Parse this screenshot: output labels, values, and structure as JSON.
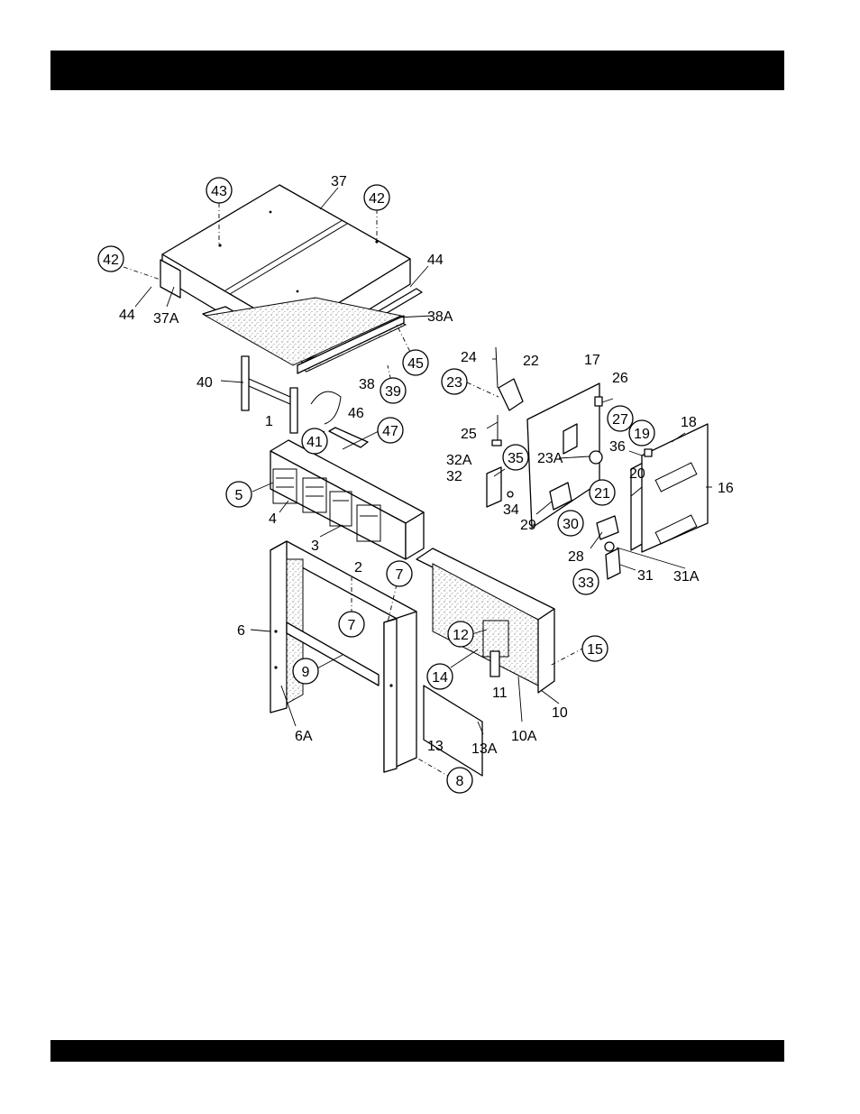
{
  "header": {
    "title": ""
  },
  "footer": {
    "text": ""
  },
  "callouts": {
    "plain": [
      "37",
      "37A",
      "44",
      "44",
      "38A",
      "38",
      "40",
      "46",
      "1",
      "4",
      "3",
      "2",
      "6",
      "6A",
      "13",
      "13A",
      "10A",
      "11",
      "10",
      "24",
      "22",
      "25",
      "17",
      "26",
      "18",
      "36",
      "16",
      "20",
      "23A",
      "32A",
      "32",
      "34",
      "29",
      "28",
      "31",
      "31A"
    ],
    "circled": [
      "43",
      "42",
      "42",
      "45",
      "39",
      "41",
      "47",
      "5",
      "7",
      "7",
      "9",
      "12",
      "14",
      "15",
      "8",
      "23",
      "35",
      "27",
      "19",
      "21",
      "30",
      "33"
    ]
  }
}
